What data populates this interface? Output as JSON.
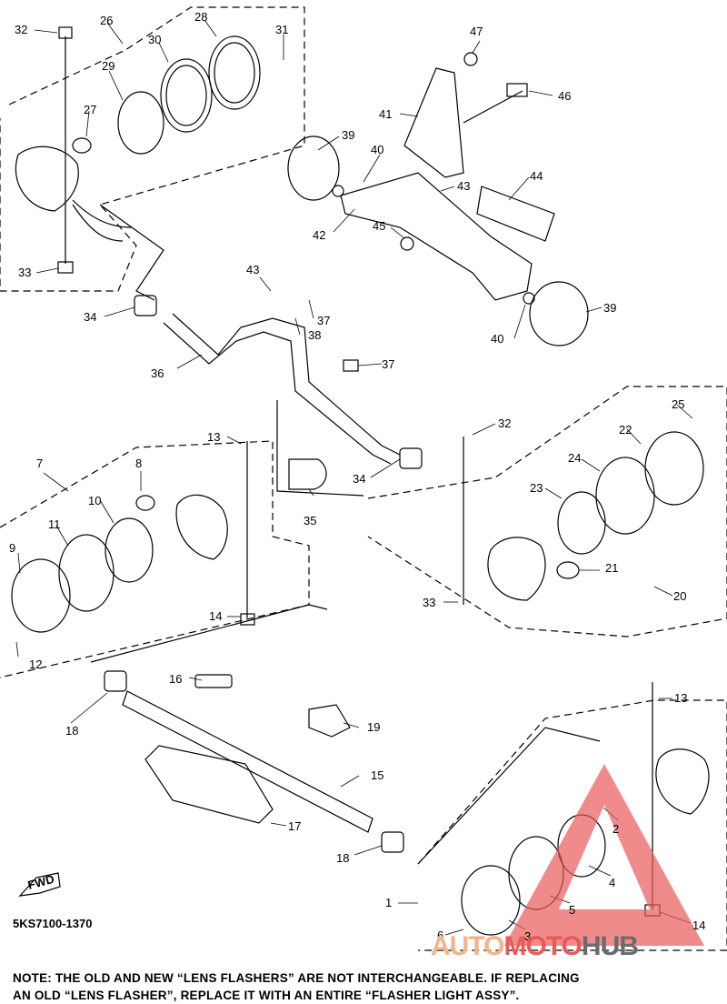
{
  "part_labels": {
    "p1": "1",
    "p2": "2",
    "p3": "3",
    "p4": "4",
    "p5": "5",
    "p6": "6",
    "p7": "7",
    "p8": "8",
    "p9": "9",
    "p10": "10",
    "p11": "11",
    "p12": "12",
    "p13a": "13",
    "p13b": "13",
    "p14a": "14",
    "p14b": "14",
    "p15": "15",
    "p16": "16",
    "p17": "17",
    "p18a": "18",
    "p18b": "18",
    "p19": "19",
    "p20": "20",
    "p21": "21",
    "p22": "22",
    "p23": "23",
    "p24": "24",
    "p25": "25",
    "p26": "26",
    "p27": "27",
    "p28": "28",
    "p29": "29",
    "p30": "30",
    "p31": "31",
    "p32a": "32",
    "p32b": "32",
    "p33a": "33",
    "p33b": "33",
    "p34a": "34",
    "p34b": "34",
    "p35": "35",
    "p36": "36",
    "p37a": "37",
    "p37b": "37",
    "p38": "38",
    "p39a": "39",
    "p39b": "39",
    "p40a": "40",
    "p40b": "40",
    "p41": "41",
    "p42": "42",
    "p43a": "43",
    "p43b": "43",
    "p44": "44",
    "p45": "45",
    "p46": "46",
    "p47": "47"
  },
  "diagram_code": "5KS7100-1370",
  "fwd_label": "FWD",
  "note_line1": "NOTE: THE OLD AND NEW “LENS FLASHERS” ARE NOT INTERCHANGEABLE. IF REPLACING",
  "note_line2": "AN OLD “LENS FLASHER”, REPLACE IT WITH AN ENTIRE “FLASHER LIGHT ASSY”.",
  "watermark": {
    "part1": "AUTO",
    "part2": "MOTO",
    "part3": "HUB"
  },
  "colors": {
    "line": "#000000",
    "watermark_red": "#e85a5a",
    "watermark_orange": "#f2b48a",
    "watermark_gray": "#6b6b6b"
  }
}
